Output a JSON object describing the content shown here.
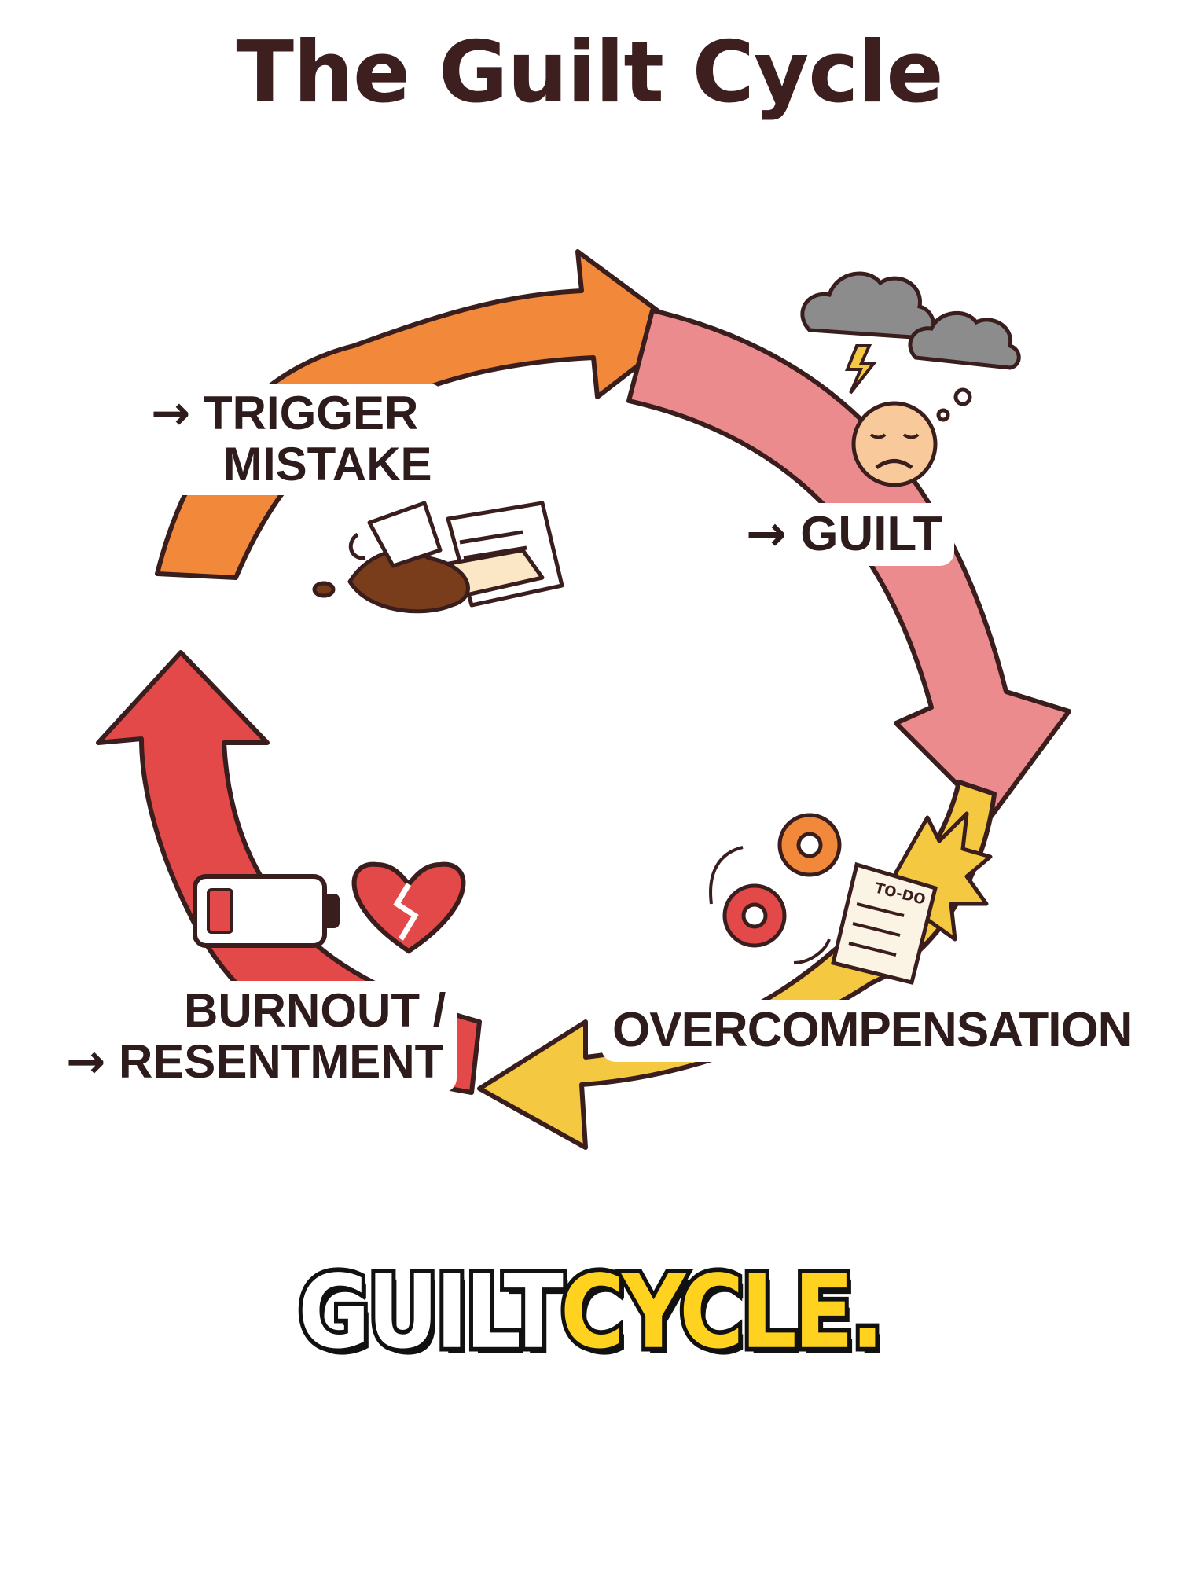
{
  "title": "The Guilt Cycle",
  "stages": {
    "trigger": {
      "line1": "TRIGGER",
      "line2": "MISTAKE",
      "icon": "spilled-coffee-icon"
    },
    "guilt": {
      "line1": "GUILT",
      "icon": "storm-cloud-sad-face-icon"
    },
    "overcompensation": {
      "line1": "OVERCOMPENSATION",
      "icon": "gears-todo-icon",
      "todo_text": "TO-DO"
    },
    "burnout": {
      "line1": "BURNOUT /",
      "line2": "RESENTMENT",
      "icon": "low-battery-broken-heart-icon"
    }
  },
  "arrow_symbol": "→",
  "caption": {
    "word1": "GUILT",
    "word2": "CYCLE."
  },
  "colors": {
    "orange": "#f2893a",
    "pink": "#ec8b8e",
    "yellow": "#f5c842",
    "red": "#e4494a",
    "outline": "#3a1e1e",
    "caption_highlight": "#ffd21f"
  }
}
